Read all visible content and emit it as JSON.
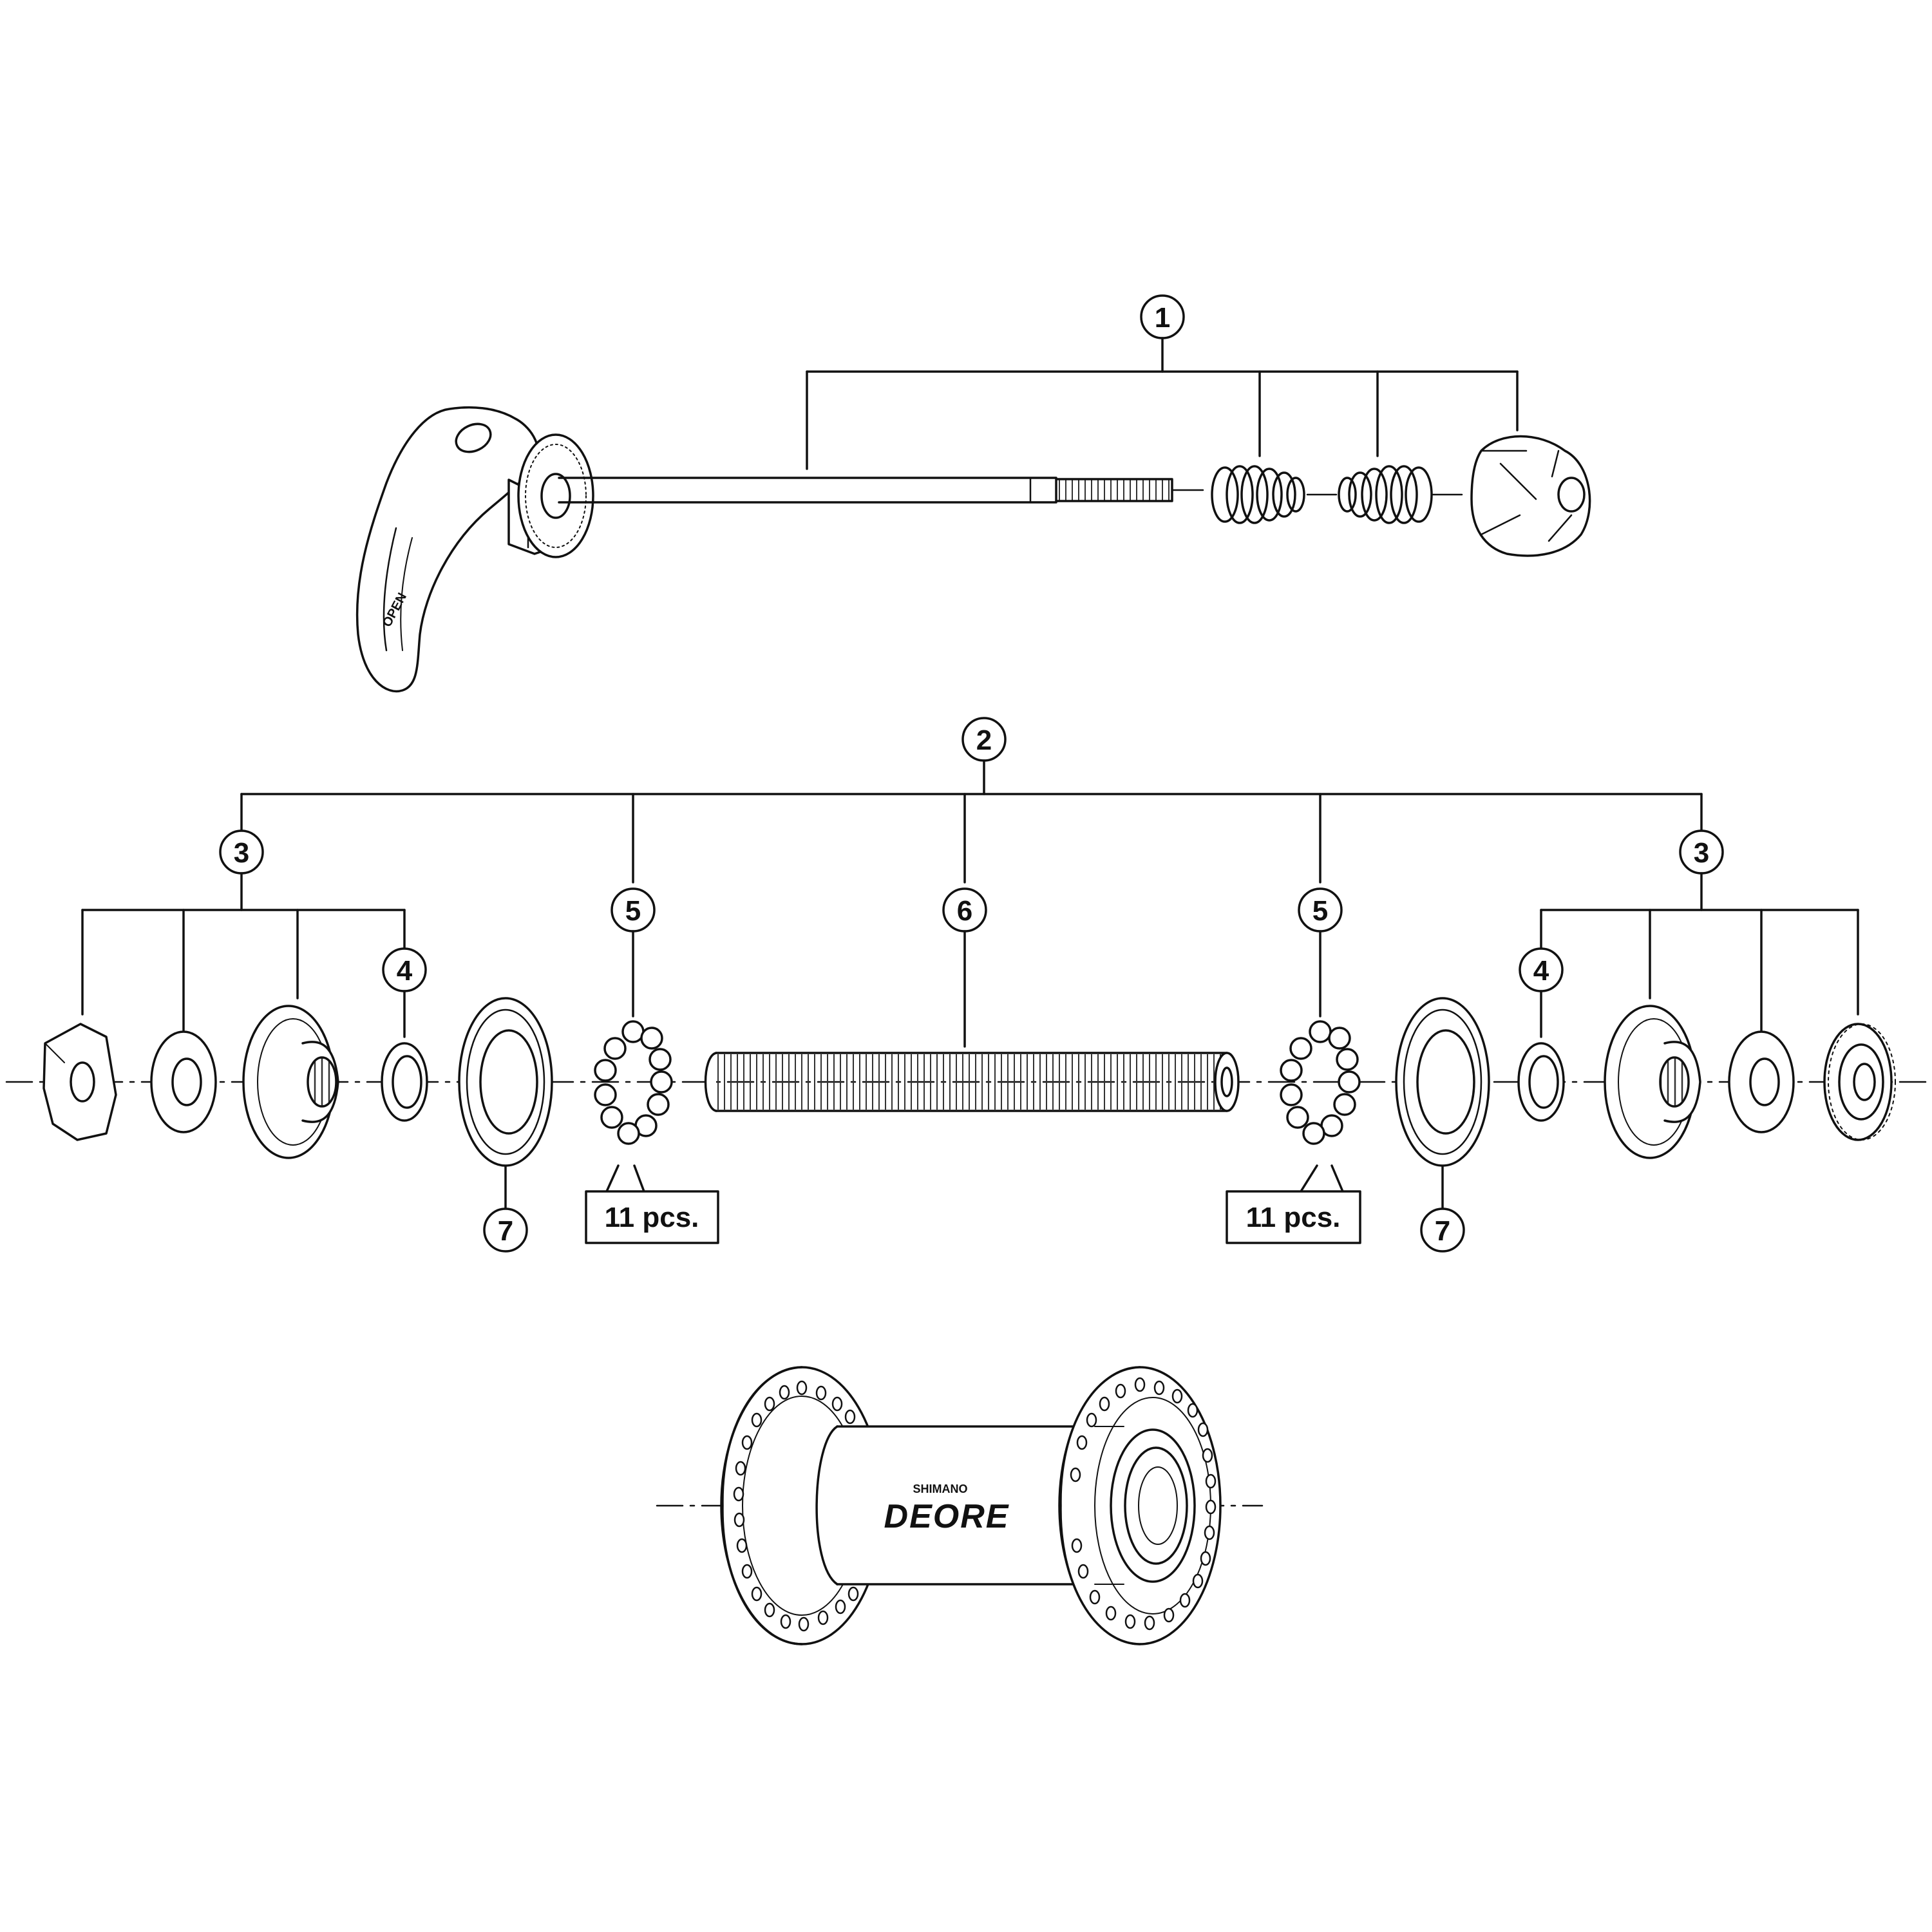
{
  "callouts": {
    "qr_skewer": "1",
    "axle_assembly": "2",
    "cone_left": "3",
    "cone_right": "3",
    "washer_left": "4",
    "washer_right": "4",
    "balls_left": "5",
    "balls_right": "5",
    "axle": "6",
    "seal_left": "7",
    "seal_right": "7"
  },
  "quantities": {
    "balls_left": "11 pcs.",
    "balls_right": "11 pcs."
  },
  "hub": {
    "brand_small": "SHIMANO",
    "brand_large": "DEORE"
  },
  "lever": {
    "label": "OPEN"
  }
}
